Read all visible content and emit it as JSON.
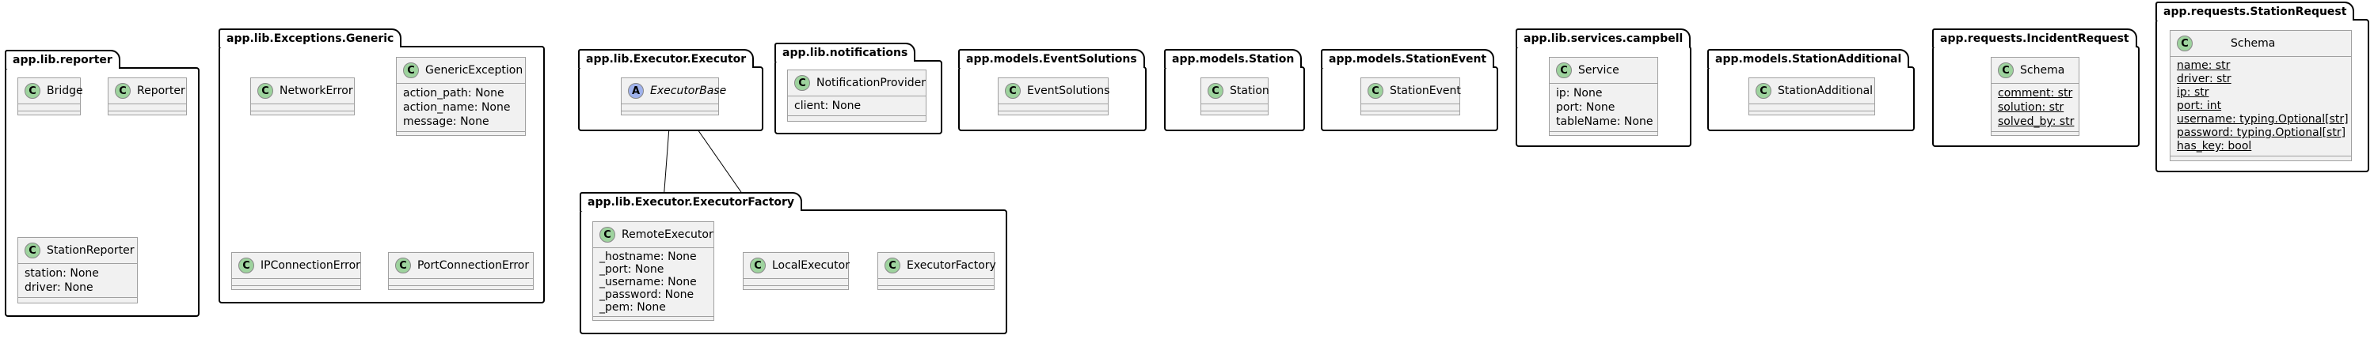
{
  "packages": {
    "reporter": "app.lib.reporter",
    "exceptions": "app.lib.Exceptions.Generic",
    "executor": "app.lib.Executor.Executor",
    "notifications": "app.lib.notifications",
    "event_solutions": "app.models.EventSolutions",
    "station": "app.models.Station",
    "station_event": "app.models.StationEvent",
    "campbell": "app.lib.services.campbell",
    "station_additional": "app.models.StationAdditional",
    "incident_request": "app.requests.IncidentRequest",
    "station_request": "app.requests.StationRequest",
    "executor_factory": "app.lib.Executor.ExecutorFactory"
  },
  "classes": {
    "bridge": {
      "badge": "C",
      "name": "Bridge"
    },
    "reporter": {
      "badge": "C",
      "name": "Reporter"
    },
    "station_reporter": {
      "badge": "C",
      "name": "StationReporter",
      "attrs": [
        "station: None",
        "driver: None"
      ]
    },
    "network_error": {
      "badge": "C",
      "name": "NetworkError"
    },
    "generic_exception": {
      "badge": "C",
      "name": "GenericException",
      "attrs": [
        "action_path: None",
        "action_name: None",
        "message: None"
      ]
    },
    "ip_connection_error": {
      "badge": "C",
      "name": "IPConnectionError"
    },
    "port_connection_error": {
      "badge": "C",
      "name": "PortConnectionError"
    },
    "executor_base": {
      "badge": "A",
      "name": "ExecutorBase"
    },
    "notification_provider": {
      "badge": "C",
      "name": "NotificationProvider",
      "attrs": [
        "client: None"
      ]
    },
    "event_solutions": {
      "badge": "C",
      "name": "EventSolutions"
    },
    "station": {
      "badge": "C",
      "name": "Station"
    },
    "station_event": {
      "badge": "C",
      "name": "StationEvent"
    },
    "service": {
      "badge": "C",
      "name": "Service",
      "attrs": [
        "ip: None",
        "port: None",
        "tableName: None"
      ]
    },
    "station_additional": {
      "badge": "C",
      "name": "StationAdditional"
    },
    "incident_schema": {
      "badge": "C",
      "name": "Schema",
      "attrs": [
        "comment: str",
        "solution: str",
        "solved_by: str"
      ]
    },
    "station_schema": {
      "badge": "C",
      "name": "Schema",
      "attrs": [
        "name: str",
        "driver: str",
        "ip: str",
        "port: int",
        "username: typing.Optional[str]",
        "password: typing.Optional[str]",
        "has_key: bool"
      ]
    },
    "remote_executor": {
      "badge": "C",
      "name": "RemoteExecutor",
      "attrs": [
        "_hostname: None",
        "_port: None",
        "_username: None",
        "_password: None",
        "_pem: None"
      ]
    },
    "local_executor": {
      "badge": "C",
      "name": "LocalExecutor"
    },
    "executor_factory": {
      "badge": "C",
      "name": "ExecutorFactory"
    }
  },
  "colors": {
    "class_badge": "#9ed39e",
    "abstract_badge": "#9fb2ec",
    "class_fill": "#f1f1f1"
  }
}
